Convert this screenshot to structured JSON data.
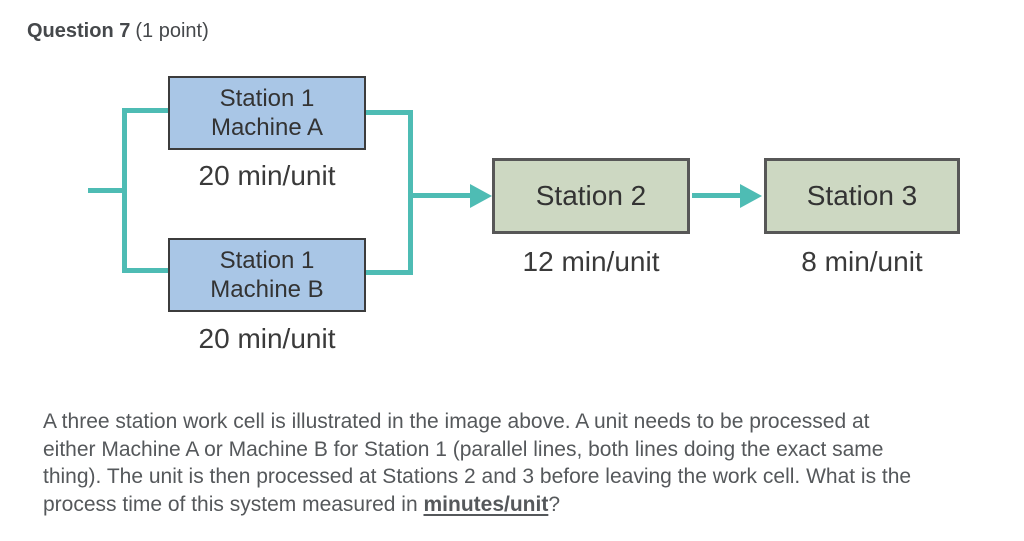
{
  "header": {
    "title": "Question 7",
    "points": "(1 point)"
  },
  "diagram": {
    "machine_a": {
      "line1": "Station 1",
      "line2": "Machine A",
      "rate": "20 min/unit"
    },
    "machine_b": {
      "line1": "Station 1",
      "line2": "Machine B",
      "rate": "20 min/unit"
    },
    "station2": {
      "label": "Station 2",
      "rate": "12 min/unit"
    },
    "station3": {
      "label": "Station 3",
      "rate": "8 min/unit"
    },
    "colors": {
      "connector": "#4ebcb4",
      "machine_box_fill": "#a9c6e6",
      "machine_box_border": "#3c3c3c",
      "station_box_fill": "#cdd8c2",
      "station_box_border": "#575757",
      "diagram_text": "#333333",
      "body_text": "#55585b"
    }
  },
  "question": {
    "lines": [
      "A three station work cell is illustrated in the image above. A unit needs to be processed at",
      "either Machine A or Machine B for Station 1 (parallel lines, both lines doing the exact same",
      "thing). The unit is then processed at Stations 2 and 3 before leaving the work cell. What is the"
    ],
    "last_line_prefix": "process time of this system measured in ",
    "emphasis": "minutes/unit",
    "suffix": "?"
  }
}
